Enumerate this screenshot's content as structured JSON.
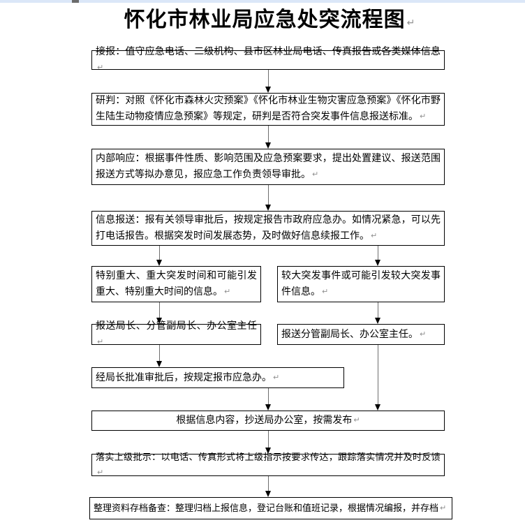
{
  "window": {
    "top_strip_color": "#dbe7f8",
    "top_marker_color": "#6b6b6b"
  },
  "paragraph_mark": "↵",
  "title": "怀化市林业局应急处突流程图",
  "boxes": [
    {
      "id": "receive",
      "text": "接报：值守应急电话、二级机构、县市区林业局电话、传真报告或各类媒体信息"
    },
    {
      "id": "judge",
      "text": "研判：对照《怀化市森林火灾预案》《怀化市林业生物灾害应急预案》《怀化市野生陆生动物疫情应急预案》等规定，研判是否符合突发事件信息报送标准。"
    },
    {
      "id": "internal-response",
      "text": "内部响应：根据事件性质、影响范围及应急预案要求，提出处置建议、报送范围报送方式等拟办意见，报应急工作负责领导审批。"
    },
    {
      "id": "info-report",
      "text": "信息报送：报有关领导审批后，按规定报告市政府应急办。如情况紧急，可以先打电话报告。根据突发时间发展态势，及时做好信息续报工作。"
    },
    {
      "id": "major-events",
      "text": "特别重大、重大突发时间和可能引发重大、特别重大时间的信息。"
    },
    {
      "id": "larger-events",
      "text": "较大突发事件或可能引发较大突发事件信息。"
    },
    {
      "id": "report-director",
      "text": "报送局长、分管副局长、办公室主任"
    },
    {
      "id": "report-deputy",
      "text": "报送分管副局长、办公室主任。"
    },
    {
      "id": "approved-report",
      "text": "经局长批准审批后，按规定报市应急办。"
    },
    {
      "id": "distribute",
      "text": "根据信息内容，抄送局办公室，按需发布"
    },
    {
      "id": "implement",
      "text": "落实上级批示：以电话、传真形式将上级指示按要求传达，跟踪落实情况并及时反馈"
    },
    {
      "id": "archive",
      "text": "整理资料存档备查：整理归档上报信息，登记台账和值班记录，根据情况编报，并存档"
    }
  ],
  "connector_colors": {
    "line": "#6e6e6e",
    "arrowhead": "#000000"
  }
}
